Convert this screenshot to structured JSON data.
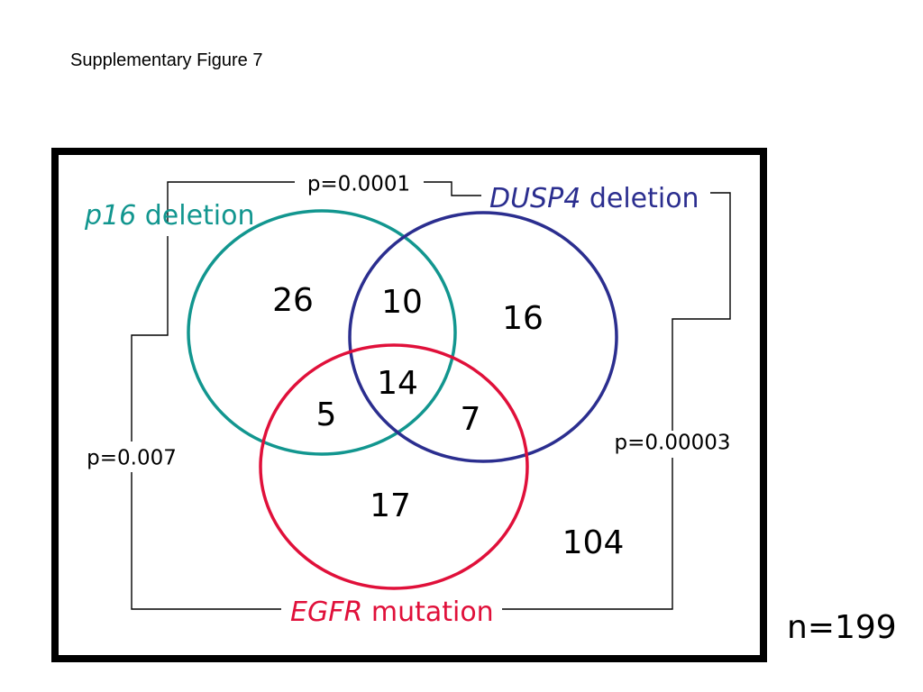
{
  "figure_title": "Supplementary Figure 7",
  "sets": [
    {
      "italic": "p16",
      "rest": " deletion",
      "color": "#12968f"
    },
    {
      "italic": "DUSP4",
      "rest": " deletion",
      "color": "#2b2e8f"
    },
    {
      "italic": "EGFR",
      "rest": " mutation",
      "color": "#e0103a"
    }
  ],
  "regions": {
    "p16_only": "26",
    "p16_dusp4": "10",
    "dusp4_only": "16",
    "all_three": "14",
    "p16_egfr": "5",
    "dusp4_egfr": "7",
    "egfr_only": "17",
    "none": "104"
  },
  "p_values": {
    "p16_dusp4": "p=0.0001",
    "p16_egfr": "p=0.007",
    "dusp4_egfr": "p=0.00003"
  },
  "total": "n=199",
  "colors": {
    "frame": "#000000",
    "bracket": "#000000"
  }
}
